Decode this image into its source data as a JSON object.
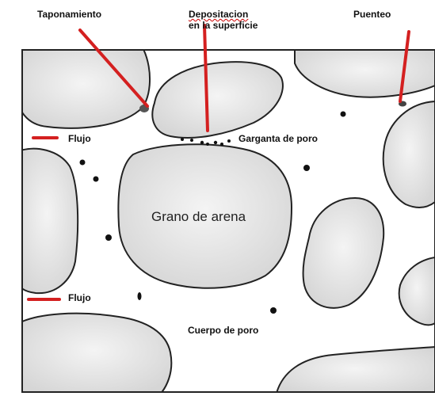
{
  "labels": {
    "taponamiento": "Taponamiento",
    "depositacion_line1": "Depositacion",
    "depositacion_line2": "en la superficie",
    "puenteo": "Puenteo",
    "flujo_top": "Flujo",
    "garganta": "Garganta de poro",
    "grano": "Grano de arena",
    "flujo_bottom": "Flujo",
    "cuerpo": "Cuerpo de poro"
  },
  "colors": {
    "grain_fill": "#e2e2e2",
    "grain_stroke": "#222222",
    "pointer": "#d42020",
    "particle": "#111111"
  }
}
